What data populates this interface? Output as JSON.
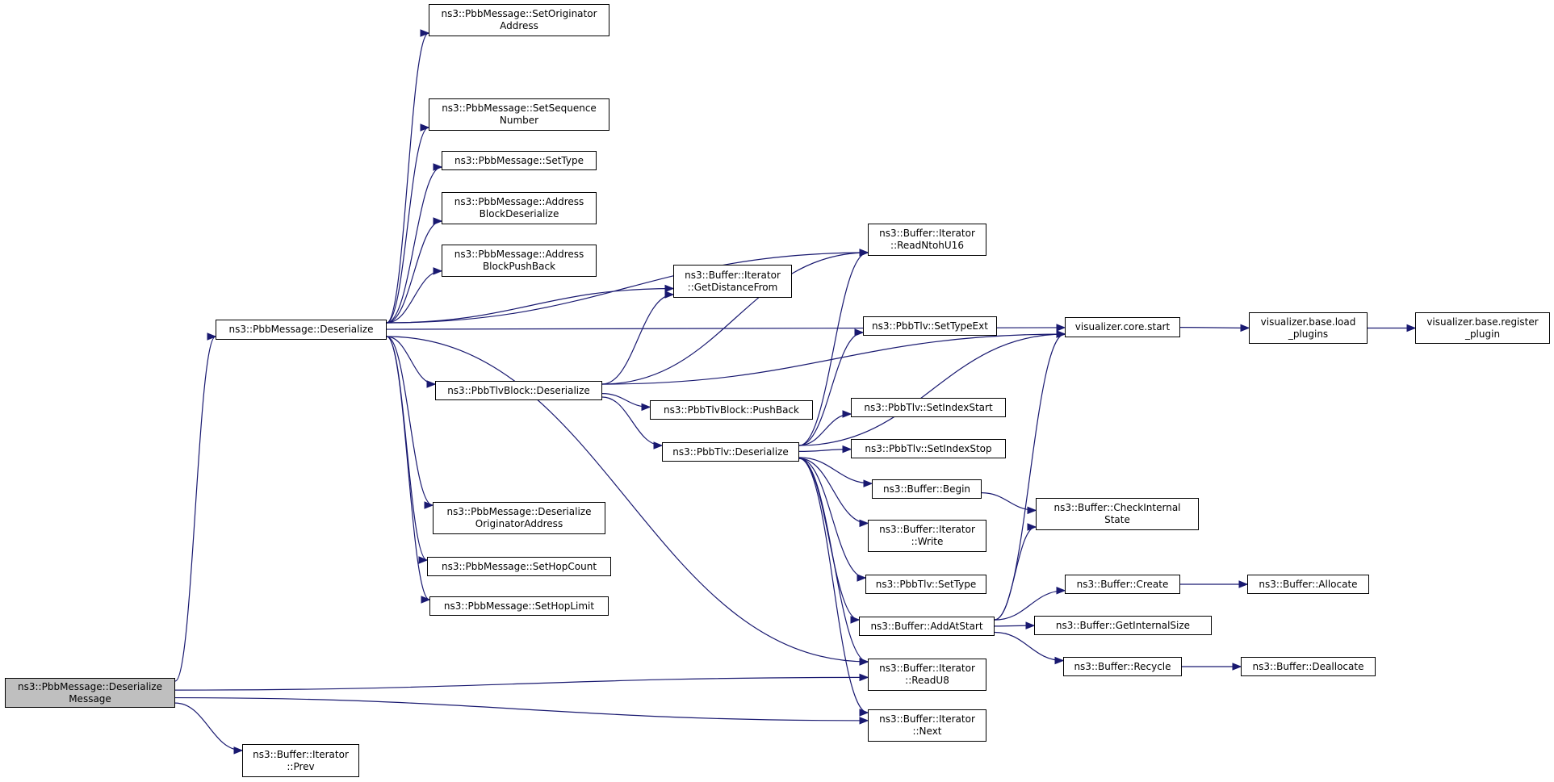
{
  "diagram": {
    "colors": {
      "edge": "#191970",
      "node_border": "#000000",
      "node_fill": "#ffffff",
      "root_fill": "#bfbfbf"
    },
    "nodes": [
      {
        "id": "root",
        "lines": [
          "ns3::PbbMessage::Deserialize",
          "Message"
        ],
        "root": true
      },
      {
        "id": "msg_deser",
        "lines": [
          "ns3::PbbMessage::Deserialize"
        ]
      },
      {
        "id": "set_orig",
        "lines": [
          "ns3::PbbMessage::SetOriginator",
          "Address"
        ]
      },
      {
        "id": "set_seq",
        "lines": [
          "ns3::PbbMessage::SetSequence",
          "Number"
        ]
      },
      {
        "id": "set_type",
        "lines": [
          "ns3::PbbMessage::SetType"
        ]
      },
      {
        "id": "addr_deser",
        "lines": [
          "ns3::PbbMessage::Address",
          "BlockDeserialize"
        ]
      },
      {
        "id": "addr_push",
        "lines": [
          "ns3::PbbMessage::Address",
          "BlockPushBack"
        ]
      },
      {
        "id": "tlvblock_deser",
        "lines": [
          "ns3::PbbTlvBlock::Deserialize"
        ]
      },
      {
        "id": "deser_orig",
        "lines": [
          "ns3::PbbMessage::Deserialize",
          "OriginatorAddress"
        ]
      },
      {
        "id": "set_hopcount",
        "lines": [
          "ns3::PbbMessage::SetHopCount"
        ]
      },
      {
        "id": "set_hoplimit",
        "lines": [
          "ns3::PbbMessage::SetHopLimit"
        ]
      },
      {
        "id": "prev",
        "lines": [
          "ns3::Buffer::Iterator",
          "::Prev"
        ]
      },
      {
        "id": "get_dist",
        "lines": [
          "ns3::Buffer::Iterator",
          "::GetDistanceFrom"
        ]
      },
      {
        "id": "tlvblock_push",
        "lines": [
          "ns3::PbbTlvBlock::PushBack"
        ]
      },
      {
        "id": "tlv_deser",
        "lines": [
          "ns3::PbbTlv::Deserialize"
        ]
      },
      {
        "id": "read_ntoh",
        "lines": [
          "ns3::Buffer::Iterator",
          "::ReadNtohU16"
        ]
      },
      {
        "id": "set_typeext",
        "lines": [
          "ns3::PbbTlv::SetTypeExt"
        ]
      },
      {
        "id": "set_idxstart",
        "lines": [
          "ns3::PbbTlv::SetIndexStart"
        ]
      },
      {
        "id": "set_idxstop",
        "lines": [
          "ns3::PbbTlv::SetIndexStop"
        ]
      },
      {
        "id": "begin",
        "lines": [
          "ns3::Buffer::Begin"
        ]
      },
      {
        "id": "write",
        "lines": [
          "ns3::Buffer::Iterator",
          "::Write"
        ]
      },
      {
        "id": "tlv_settype",
        "lines": [
          "ns3::PbbTlv::SetType"
        ]
      },
      {
        "id": "add_at_start",
        "lines": [
          "ns3::Buffer::AddAtStart"
        ]
      },
      {
        "id": "read_u8",
        "lines": [
          "ns3::Buffer::Iterator",
          "::ReadU8"
        ]
      },
      {
        "id": "next",
        "lines": [
          "ns3::Buffer::Iterator",
          "::Next"
        ]
      },
      {
        "id": "vis_start",
        "lines": [
          "visualizer.core.start"
        ]
      },
      {
        "id": "check_state",
        "lines": [
          "ns3::Buffer::CheckInternal",
          "State"
        ]
      },
      {
        "id": "create",
        "lines": [
          "ns3::Buffer::Create"
        ]
      },
      {
        "id": "get_isize",
        "lines": [
          "ns3::Buffer::GetInternalSize"
        ]
      },
      {
        "id": "recycle",
        "lines": [
          "ns3::Buffer::Recycle"
        ]
      },
      {
        "id": "load_plugins",
        "lines": [
          "visualizer.base.load",
          "_plugins"
        ]
      },
      {
        "id": "register_plugin",
        "lines": [
          "visualizer.base.register",
          "_plugin"
        ]
      },
      {
        "id": "allocate",
        "lines": [
          "ns3::Buffer::Allocate"
        ]
      },
      {
        "id": "deallocate",
        "lines": [
          "ns3::Buffer::Deallocate"
        ]
      }
    ],
    "edges": [
      {
        "from": "root",
        "to": "msg_deser"
      },
      {
        "from": "root",
        "to": "read_u8"
      },
      {
        "from": "root",
        "to": "next"
      },
      {
        "from": "root",
        "to": "prev"
      },
      {
        "from": "msg_deser",
        "to": "set_orig"
      },
      {
        "from": "msg_deser",
        "to": "vis_start"
      },
      {
        "from": "msg_deser",
        "to": "set_seq"
      },
      {
        "from": "msg_deser",
        "to": "set_type"
      },
      {
        "from": "msg_deser",
        "to": "addr_deser"
      },
      {
        "from": "msg_deser",
        "to": "addr_push"
      },
      {
        "from": "msg_deser",
        "to": "read_ntoh"
      },
      {
        "from": "msg_deser",
        "to": "get_dist"
      },
      {
        "from": "msg_deser",
        "to": "tlvblock_deser"
      },
      {
        "from": "msg_deser",
        "to": "read_u8"
      },
      {
        "from": "msg_deser",
        "to": "deser_orig"
      },
      {
        "from": "msg_deser",
        "to": "set_hopcount"
      },
      {
        "from": "msg_deser",
        "to": "set_hoplimit"
      },
      {
        "from": "tlvblock_deser",
        "to": "get_dist"
      },
      {
        "from": "tlvblock_deser",
        "to": "read_ntoh"
      },
      {
        "from": "tlvblock_deser",
        "to": "vis_start"
      },
      {
        "from": "tlvblock_deser",
        "to": "tlvblock_push"
      },
      {
        "from": "tlvblock_deser",
        "to": "tlv_deser"
      },
      {
        "from": "tlv_deser",
        "to": "read_ntoh"
      },
      {
        "from": "tlv_deser",
        "to": "set_typeext"
      },
      {
        "from": "tlv_deser",
        "to": "vis_start"
      },
      {
        "from": "tlv_deser",
        "to": "set_idxstart"
      },
      {
        "from": "tlv_deser",
        "to": "set_idxstop"
      },
      {
        "from": "tlv_deser",
        "to": "begin"
      },
      {
        "from": "tlv_deser",
        "to": "write"
      },
      {
        "from": "tlv_deser",
        "to": "tlv_settype"
      },
      {
        "from": "tlv_deser",
        "to": "add_at_start"
      },
      {
        "from": "tlv_deser",
        "to": "read_u8"
      },
      {
        "from": "tlv_deser",
        "to": "next"
      },
      {
        "from": "begin",
        "to": "check_state"
      },
      {
        "from": "add_at_start",
        "to": "vis_start"
      },
      {
        "from": "add_at_start",
        "to": "check_state"
      },
      {
        "from": "add_at_start",
        "to": "create"
      },
      {
        "from": "add_at_start",
        "to": "get_isize"
      },
      {
        "from": "add_at_start",
        "to": "recycle"
      },
      {
        "from": "vis_start",
        "to": "load_plugins"
      },
      {
        "from": "load_plugins",
        "to": "register_plugin"
      },
      {
        "from": "create",
        "to": "allocate"
      },
      {
        "from": "recycle",
        "to": "deallocate"
      }
    ]
  }
}
